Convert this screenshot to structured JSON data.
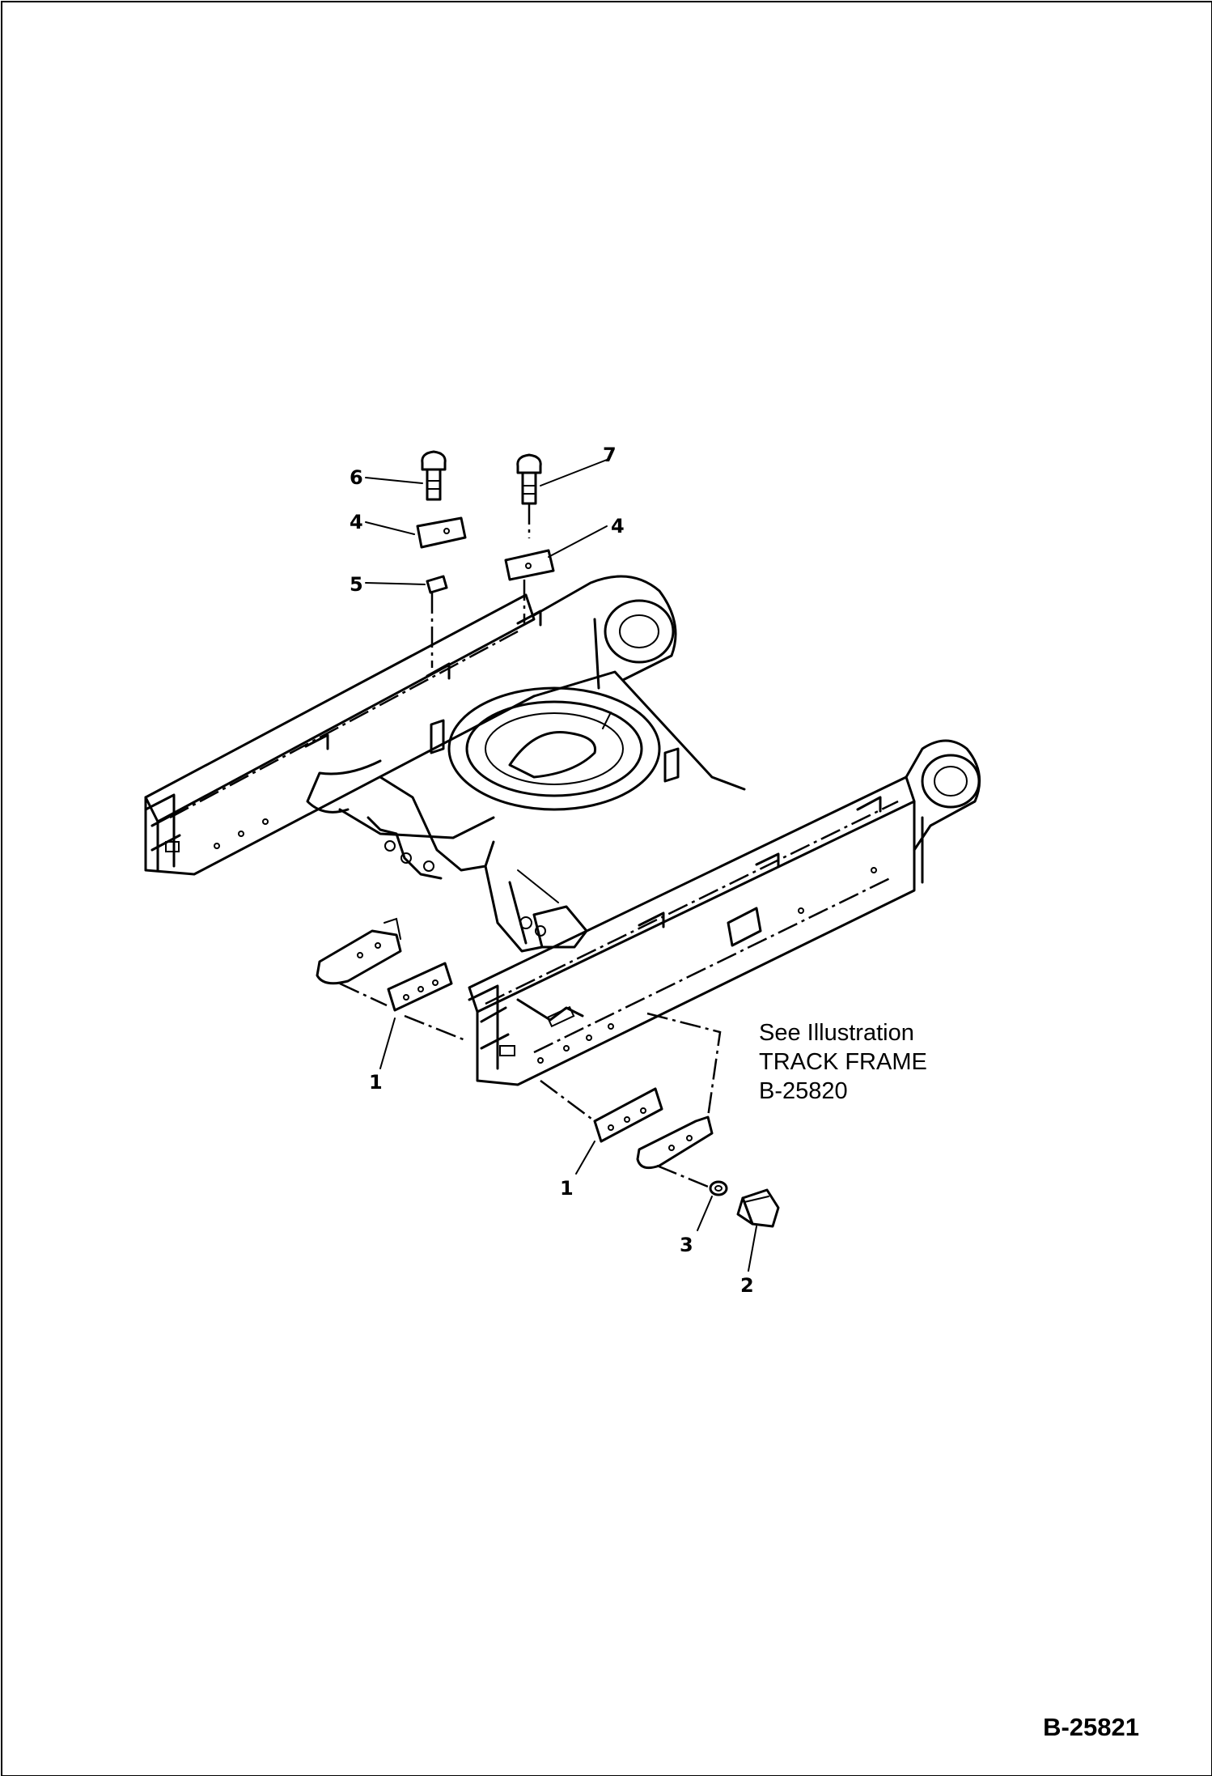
{
  "diagram": {
    "callouts": {
      "c1a": "1",
      "c1b": "1",
      "c2": "2",
      "c3": "3",
      "c4a": "4",
      "c4b": "4",
      "c5": "5",
      "c6": "6",
      "c7": "7"
    },
    "reference_note": {
      "line1": "See Illustration",
      "line2": "TRACK FRAME",
      "line3": "B-25820"
    },
    "figure_id": "B-25821"
  }
}
